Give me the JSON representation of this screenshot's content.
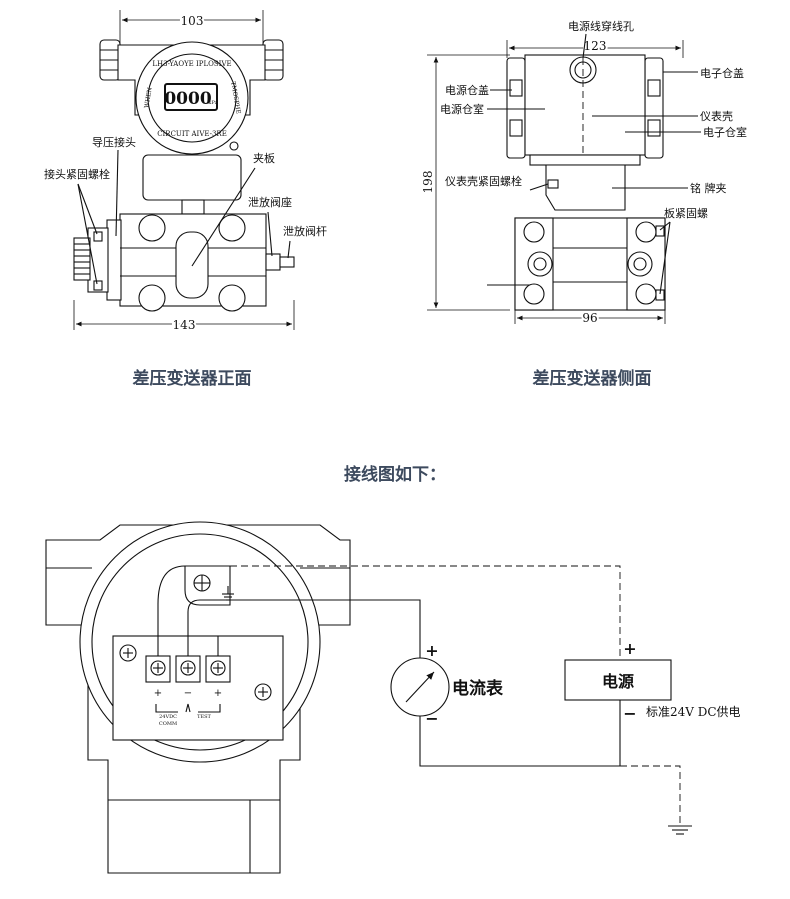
{
  "front_view": {
    "caption": "差压变送器正面",
    "dim_top": "103",
    "dim_bottom": "143",
    "lcd_value": "0000",
    "lcd_unit": "kPa",
    "ring_text_top": "LH3-YAOYE IPLOSIVE",
    "ring_text_bottom": "CIRCUIT AIVE-3RE",
    "ring_text_left": "WHEN",
    "ring_text_right": "TMOSPHE",
    "labels": {
      "pressure_fitting": "导压接头",
      "fitting_bolt": "接头紧固螺栓",
      "clamp": "夹板",
      "vent_seat": "泄放阀座",
      "vent_stem": "泄放阀杆"
    }
  },
  "side_view": {
    "caption": "差压变送器侧面",
    "dim_top": "123",
    "dim_left": "198",
    "dim_bottom": "96",
    "labels": {
      "cable_hole": "电源线穿线孔",
      "power_cover": "电源仓盖",
      "power_chamber": "电源仓室",
      "electronic_cover": "电子仓盖",
      "housing": "仪表壳",
      "electronic_chamber": "电子仓室",
      "housing_bolt": "仪表壳紧固螺栓",
      "nameplate_clip": "铭 牌夹",
      "plate_bolt": "板紧固螺"
    }
  },
  "wiring": {
    "title": "接线图如下：",
    "ammeter_label": "电流表",
    "power_label": "电源",
    "power_note": "标准24V DC供电",
    "plus": "+",
    "minus": "−",
    "terminal_plus1": "+",
    "terminal_minus": "−",
    "terminal_plus2": "+",
    "terminal_note1": "24VDC",
    "terminal_note2": "COMM",
    "terminal_note3": "TEST"
  }
}
